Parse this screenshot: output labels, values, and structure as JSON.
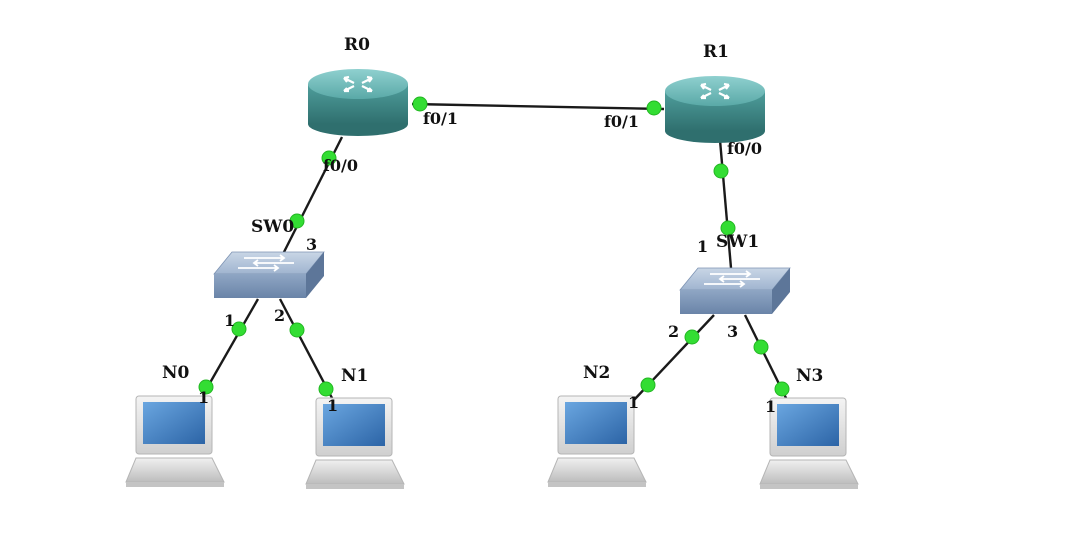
{
  "routers": [
    {
      "id": "r0",
      "label": "R0"
    },
    {
      "id": "r1",
      "label": "R1"
    }
  ],
  "switches": [
    {
      "id": "sw0",
      "label": "SW0"
    },
    {
      "id": "sw1",
      "label": "SW1"
    }
  ],
  "hosts": [
    {
      "id": "n0",
      "label": "N0"
    },
    {
      "id": "n1",
      "label": "N1"
    },
    {
      "id": "n2",
      "label": "N2"
    },
    {
      "id": "n3",
      "label": "N3"
    }
  ],
  "links": [
    {
      "id": "r0-r1",
      "a_port": "f0/1",
      "b_port": "f0/1"
    },
    {
      "id": "r0-sw0",
      "a_port": "f0/0",
      "b_port": "3"
    },
    {
      "id": "r1-sw1",
      "a_port": "f0/0",
      "b_port": "1"
    },
    {
      "id": "sw0-n0",
      "a_port": "1",
      "b_port": "1"
    },
    {
      "id": "sw0-n1",
      "a_port": "2",
      "b_port": "1"
    },
    {
      "id": "sw1-n2",
      "a_port": "2",
      "b_port": "1"
    },
    {
      "id": "sw1-n3",
      "a_port": "3",
      "b_port": "1"
    }
  ],
  "colors": {
    "link_up_indicator": "#33dd33",
    "router_body": "#4f9e9c",
    "switch_body": "#8fa6c4",
    "host_screen": "#3f7ec0"
  }
}
